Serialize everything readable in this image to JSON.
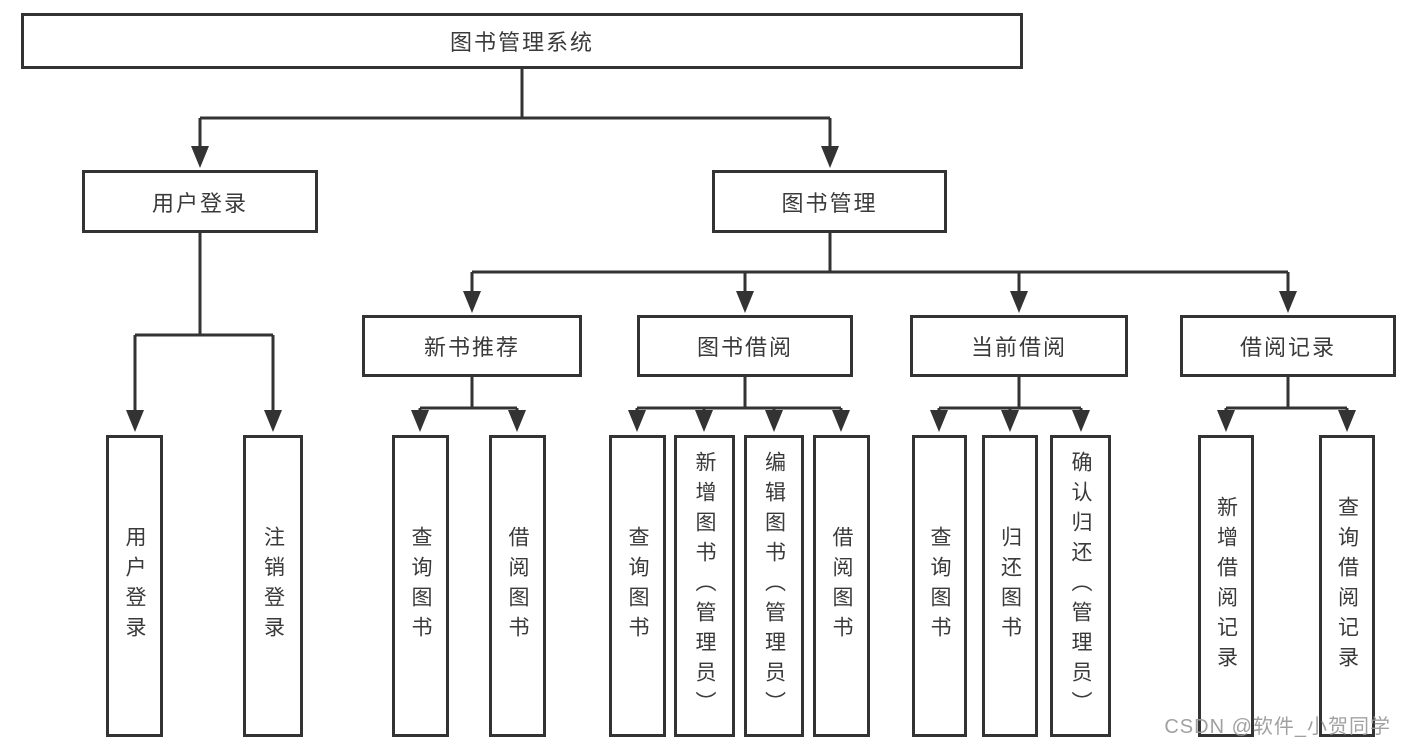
{
  "diagram": {
    "watermark": "CSDN @软件_小贺同学",
    "colors": {
      "line": "#333333",
      "box_border": "#333333",
      "box_fill": "#ffffff",
      "text": "#3a3a3a",
      "watermark": "#9a9a9a",
      "background": "#ffffff"
    },
    "tree": {
      "label": "图书管理系统",
      "children": [
        {
          "label": "用户登录",
          "children": [
            {
              "label": "用户登录"
            },
            {
              "label": "注销登录"
            }
          ]
        },
        {
          "label": "图书管理",
          "children": [
            {
              "label": "新书推荐",
              "children": [
                {
                  "label": "查询图书"
                },
                {
                  "label": "借阅图书"
                }
              ]
            },
            {
              "label": "图书借阅",
              "children": [
                {
                  "label": "查询图书"
                },
                {
                  "label": "新增图书（管理员）"
                },
                {
                  "label": "编辑图书（管理员）"
                },
                {
                  "label": "借阅图书"
                }
              ]
            },
            {
              "label": "当前借阅",
              "children": [
                {
                  "label": "查询图书"
                },
                {
                  "label": "归还图书"
                },
                {
                  "label": "确认归还（管理员）"
                }
              ]
            },
            {
              "label": "借阅记录",
              "children": [
                {
                  "label": "新增借阅记录"
                },
                {
                  "label": "查询借阅记录"
                }
              ]
            }
          ]
        }
      ]
    }
  }
}
